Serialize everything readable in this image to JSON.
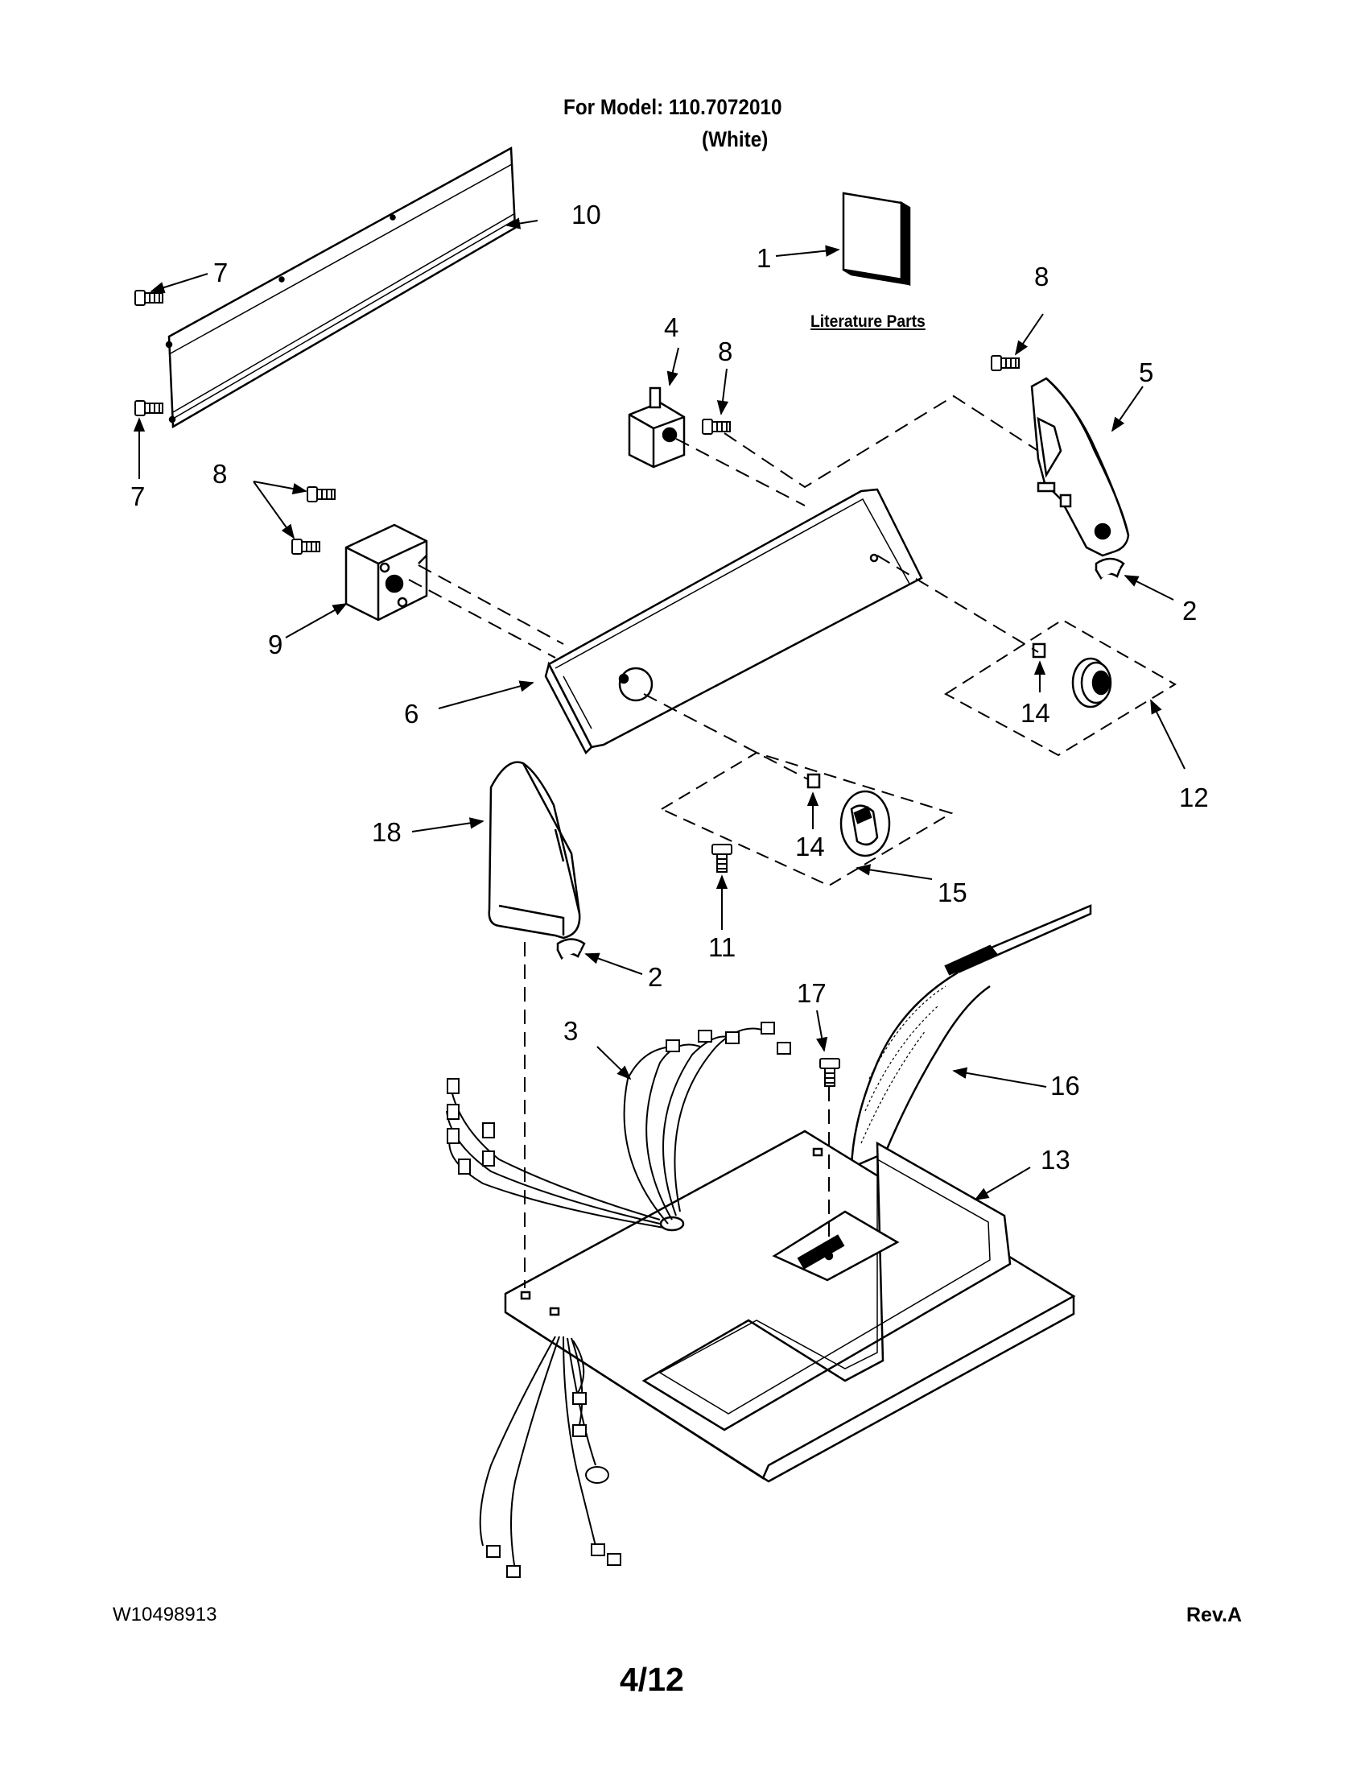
{
  "header": {
    "model_line": "For Model: 110.7072010",
    "color_line": "(White)"
  },
  "literature": {
    "label": "Literature Parts"
  },
  "footer": {
    "doc_number": "W10498913",
    "page": "4/12",
    "revision": "Rev.A"
  },
  "callouts": {
    "c1": "1",
    "c2a": "2",
    "c2b": "2",
    "c3": "3",
    "c4": "4",
    "c5": "5",
    "c6": "6",
    "c7a": "7",
    "c7b": "7",
    "c8a": "8",
    "c8b": "8",
    "c8c": "8",
    "c9": "9",
    "c10": "10",
    "c11": "11",
    "c12": "12",
    "c13": "13",
    "c14a": "14",
    "c14b": "14",
    "c15": "15",
    "c16": "16",
    "c17": "17",
    "c18": "18"
  }
}
